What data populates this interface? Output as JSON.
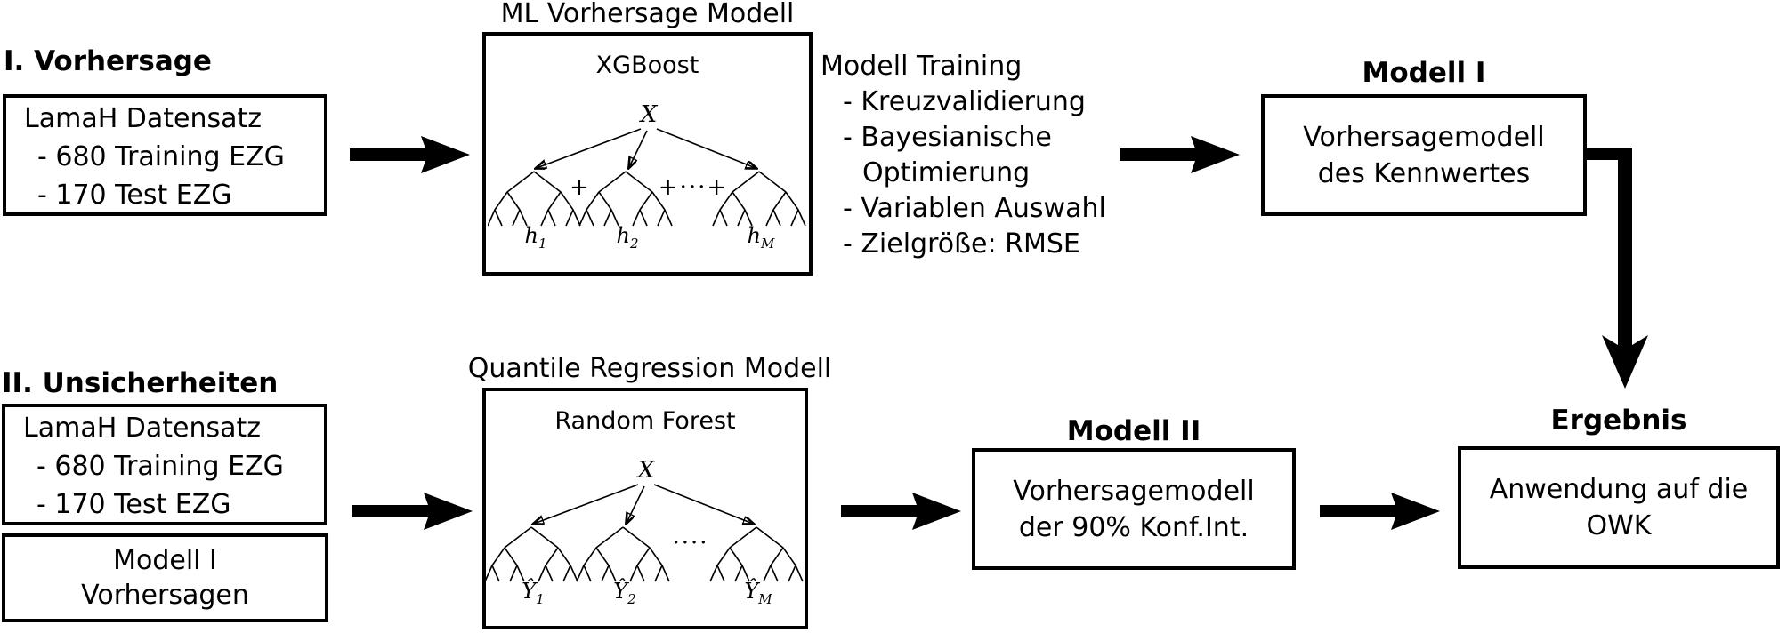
{
  "palette": {
    "ink": "#000000",
    "paper": "#ffffff"
  },
  "row1": {
    "heading": "I. Vorhersage",
    "data_box": {
      "title": "LamaH Datensatz",
      "items": [
        "- 680 Training EZG",
        "- 170 Test EZG"
      ]
    },
    "model": {
      "title": "ML Vorhersage Modell",
      "algorithm": "XGBoost",
      "root": "X",
      "sep1": "+",
      "sep2": "+···+",
      "trees": [
        {
          "base": "h",
          "sub": "1"
        },
        {
          "base": "h",
          "sub": "2"
        },
        {
          "base": "h",
          "sub": "M"
        }
      ]
    },
    "training": {
      "title": "Modell Training",
      "items": [
        "- Kreuzvalidierung",
        "- Bayesianische",
        "Optimierung",
        "- Variablen Auswahl",
        "- Zielgröße: RMSE"
      ]
    },
    "model1": {
      "heading": "Modell I",
      "line1": "Vorhersagemodell",
      "line2": "des Kennwertes"
    }
  },
  "row2": {
    "heading": "II. Unsicherheiten",
    "data_box": {
      "title": "LamaH Datensatz",
      "items": [
        "- 680 Training EZG",
        "- 170 Test EZG"
      ]
    },
    "pred_box": {
      "line1": "Modell I",
      "line2": "Vorhersagen"
    },
    "model": {
      "title": "Quantile Regression Modell",
      "algorithm": "Random Forest",
      "root": "X",
      "sep1": "",
      "sep2": "····",
      "trees": [
        {
          "base": "Ŷ",
          "sub": "1"
        },
        {
          "base": "Ŷ",
          "sub": "2"
        },
        {
          "base": "Ŷ",
          "sub": "M"
        }
      ]
    },
    "model2": {
      "heading": "Modell II",
      "line1": "Vorhersagemodell",
      "line2": "der 90% Konf.Int."
    },
    "result": {
      "heading": "Ergebnis",
      "line1": "Anwendung auf die",
      "line2": "OWK"
    }
  }
}
